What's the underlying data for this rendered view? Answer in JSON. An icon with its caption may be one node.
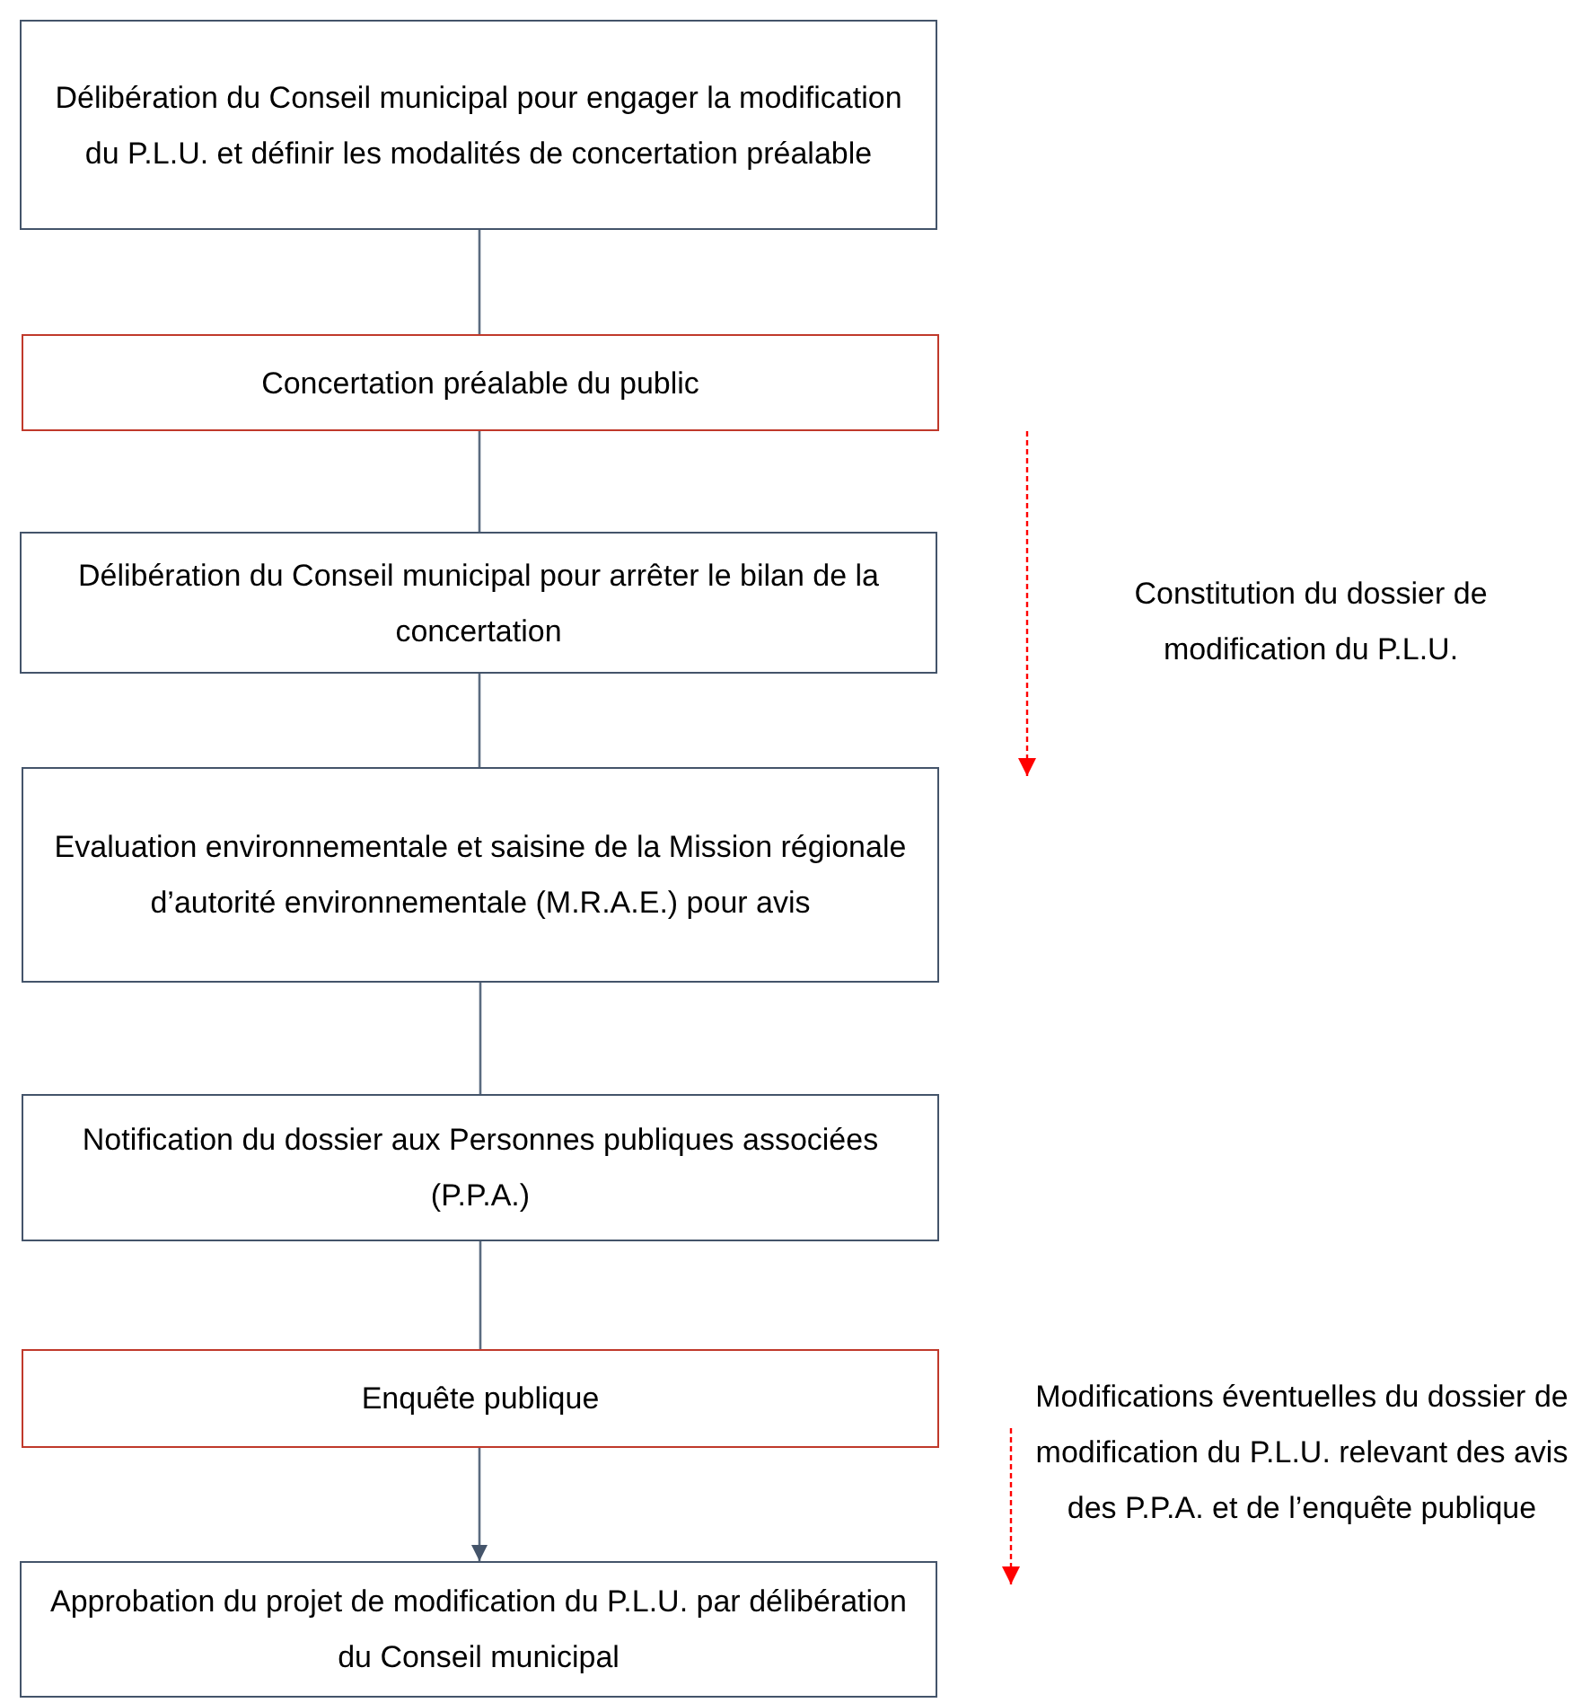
{
  "diagram": {
    "nodes": [
      {
        "text": [
          "Délibération du Conseil municipal pour engager la modification du P.L.U. et définir les modalités de concertation préalable"
        ]
      },
      {
        "text": [
          "Concertation préalable du public"
        ]
      },
      {
        "text": [
          "Délibération du Conseil municipal pour arrêter le bilan de la concertation"
        ]
      },
      {
        "text": [
          "Evaluation environnementale et saisine de la Mission régionale d’autorité environnementale (M.R.A.E.) pour avis"
        ]
      },
      {
        "text": [
          "Notification du dossier aux Personnes publiques associées (P.P.A.)"
        ]
      },
      {
        "text": [
          "Enquête publique"
        ]
      },
      {
        "text": [
          "Approbation du projet de modification du P.L.U. par délibération du Conseil municipal"
        ]
      }
    ],
    "edges": [
      {
        "from": 0,
        "to": 1,
        "arrow": "none"
      },
      {
        "from": 1,
        "to": 2,
        "arrow": "none"
      },
      {
        "from": 2,
        "to": 3,
        "arrow": "none"
      },
      {
        "from": 3,
        "to": 4,
        "arrow": "none"
      },
      {
        "from": 4,
        "to": 5,
        "arrow": "none"
      },
      {
        "from": 5,
        "to": 6,
        "arrow": "to"
      }
    ],
    "labels": [
      "Constitution du dossier de modification du P.L.U.",
      "Modifications éventuelles du dossier de modification du P.L.U. relevant des avis des P.P.A. et de l’enquête publique"
    ]
  }
}
